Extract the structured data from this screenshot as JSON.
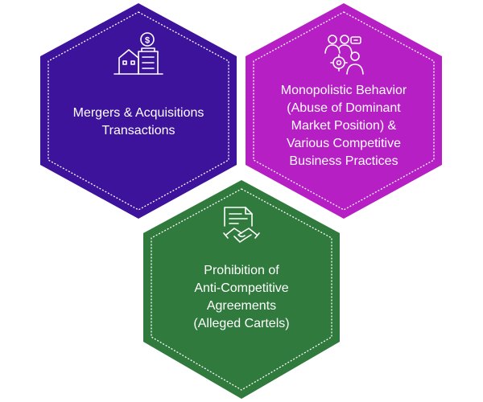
{
  "hexagons": [
    {
      "id": "mergers",
      "color": "#3d139b",
      "icon": "buildings-dollar-icon",
      "lines": [
        "Mergers & Acquisitions",
        "Transactions"
      ]
    },
    {
      "id": "monopolistic",
      "color": "#b51fc4",
      "icon": "team-gear-icon",
      "lines": [
        "Monopolistic Behavior",
        "(Abuse of Dominant",
        "Market Position) &",
        "Various Competitive",
        "Business Practices"
      ]
    },
    {
      "id": "cartels",
      "color": "#2f7a3c",
      "icon": "document-handshake-icon",
      "lines": [
        "Prohibition of",
        "Anti-Competitive",
        "Agreements",
        "(Alleged Cartels)"
      ]
    }
  ]
}
